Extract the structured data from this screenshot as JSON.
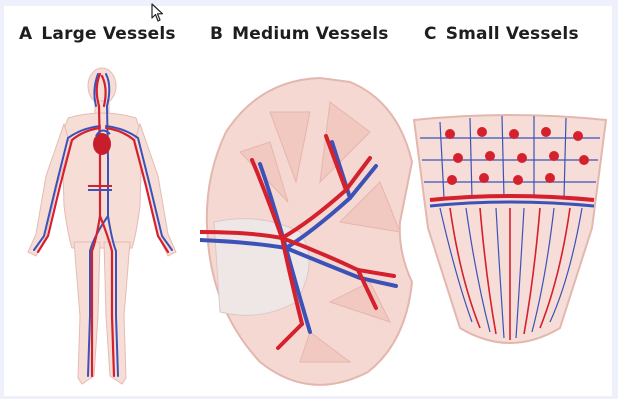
{
  "panels": [
    {
      "letter": "A",
      "title": "Large Vessels"
    },
    {
      "letter": "B",
      "title": "Medium Vessels"
    },
    {
      "letter": "C",
      "title": "Small Vessels"
    }
  ],
  "colors": {
    "artery": "#d5202e",
    "vein": "#3c52b8",
    "tissue": "#f5d8d2",
    "tissue_outline": "#e3b7ae",
    "background": "#eef0fb"
  },
  "icons": {
    "cursor": "mouse-pointer-icon"
  }
}
